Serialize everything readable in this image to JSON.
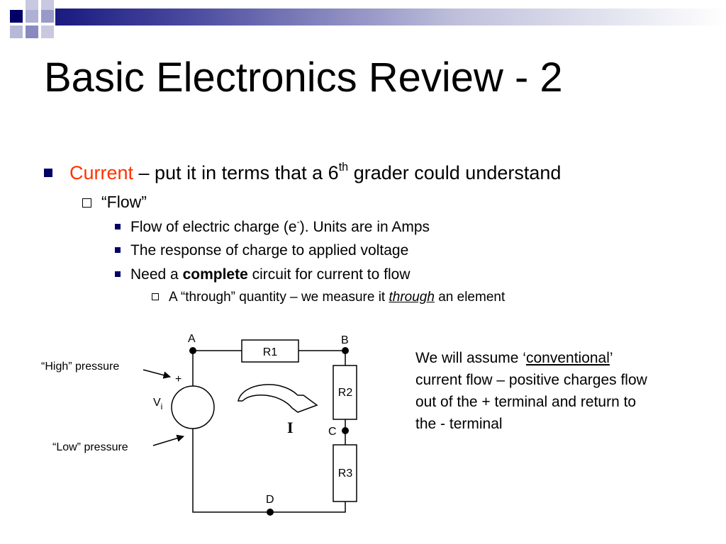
{
  "slide": {
    "title": "Basic Electronics Review - 2",
    "accent_color": "#ff3300",
    "bullet_color": "#000066"
  },
  "bullets": {
    "l1": {
      "term": "Current",
      "a": " – put it in terms that a 6",
      "sup": "th",
      "b": " grader could understand"
    },
    "l2": {
      "text": "“Flow”"
    },
    "l3": [
      {
        "a": "Flow of electric charge (e",
        "sup": "-",
        "b": "). Units are in Amps"
      },
      {
        "text": "The response of charge to applied voltage"
      },
      {
        "a": "Need a ",
        "bold": "complete",
        "b": " circuit for current to flow"
      }
    ],
    "l4": {
      "a": "A “through” quantity – we measure it ",
      "em": "through",
      "b": " an element"
    }
  },
  "circuit": {
    "node_a": "A",
    "node_b": "B",
    "node_c": "C",
    "node_d": "D",
    "r1": "R1",
    "r2": "R2",
    "r3": "R3",
    "plus": "+",
    "vi": "V",
    "vi_sub": "i",
    "current": "I",
    "high_label": "“High” pressure",
    "low_label": "“Low” pressure"
  },
  "note": {
    "a": "We will assume ‘",
    "u": "conventional",
    "b": "’ current flow – positive charges flow out of the + terminal and return to the - terminal"
  }
}
